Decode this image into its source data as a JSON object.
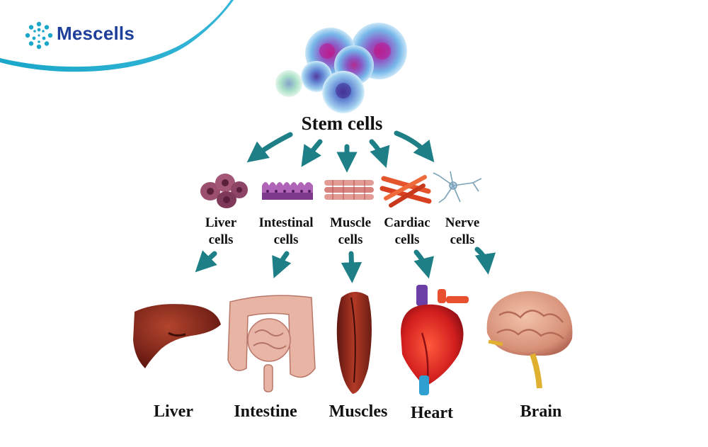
{
  "brand": {
    "name": "Mescells",
    "color": "#1e3f9a",
    "accent": "#1aa7c9",
    "icon": "cell-cluster-logo-icon"
  },
  "diagram": {
    "root": {
      "label": "Stem cells",
      "icon": "stem-cells-cluster-icon"
    },
    "arrow_color": "#1e7f86",
    "cells": [
      {
        "id": "liver",
        "label_line1": "Liver",
        "label_line2": "cells",
        "icon": "liver-cells-icon"
      },
      {
        "id": "intestinal",
        "label_line1": "Intestinal",
        "label_line2": "cells",
        "icon": "intestinal-cells-icon"
      },
      {
        "id": "muscle",
        "label_line1": "Muscle",
        "label_line2": "cells",
        "icon": "muscle-cells-icon"
      },
      {
        "id": "cardiac",
        "label_line1": "Cardiac",
        "label_line2": "cells",
        "icon": "cardiac-cells-icon"
      },
      {
        "id": "nerve",
        "label_line1": "Nerve",
        "label_line2": "cells",
        "icon": "nerve-cells-icon"
      }
    ],
    "organs": [
      {
        "id": "liver",
        "label": "Liver",
        "icon": "liver-organ-icon"
      },
      {
        "id": "intestine",
        "label": "Intestine",
        "icon": "intestine-organ-icon"
      },
      {
        "id": "muscles",
        "label": "Muscles",
        "icon": "muscle-organ-icon"
      },
      {
        "id": "heart",
        "label": "Heart",
        "icon": "heart-organ-icon"
      },
      {
        "id": "brain",
        "label": "Brain",
        "icon": "brain-organ-icon"
      }
    ]
  }
}
